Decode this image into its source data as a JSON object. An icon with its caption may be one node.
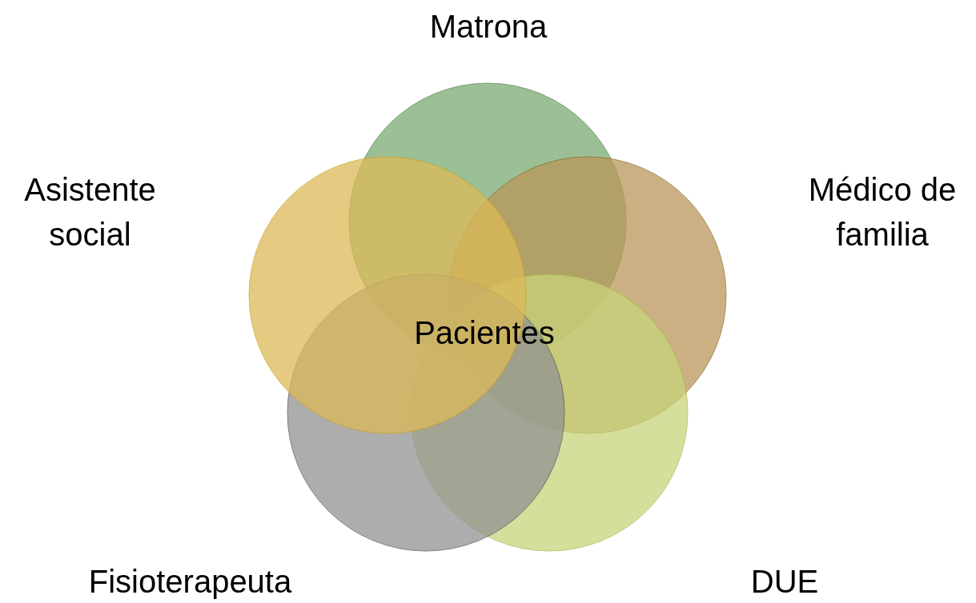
{
  "diagram": {
    "nodes": [
      {
        "text": [
          "Matrona"
        ]
      },
      {
        "text": [
          "Asistente social"
        ]
      },
      {
        "text": [
          "Médico de familia"
        ]
      },
      {
        "text": [
          "Fisioterapeuta"
        ]
      },
      {
        "text": [
          "DUE"
        ]
      }
    ],
    "labels": [
      "Pacientes"
    ]
  }
}
